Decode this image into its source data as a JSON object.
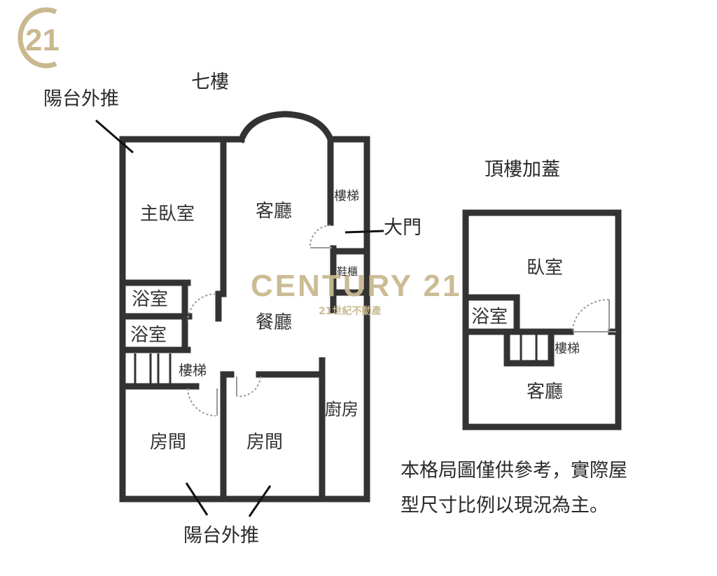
{
  "logo": {
    "text": "21",
    "color": "#c9b98f",
    "icon": "century21-logo-icon"
  },
  "watermark": {
    "brand": "CENTURY 21",
    "sub": "21世紀不動產",
    "color": "#c9b98f"
  },
  "floor7": {
    "title": "七樓",
    "balcony_top": "陽台外推",
    "balcony_bottom": "陽台外推",
    "main_door": "大門",
    "rooms": {
      "master_bedroom": "主臥室",
      "living_room": "客廳",
      "stairs_entry": "樓梯",
      "shoe_cabinet": "鞋櫃",
      "bathroom_1": "浴室",
      "bathroom_2": "浴室",
      "dining_room": "餐廳",
      "stairs_inner": "樓梯",
      "kitchen": "廚房",
      "room_1": "房間",
      "room_2": "房間"
    }
  },
  "rooftop": {
    "title": "頂樓加蓋",
    "rooms": {
      "bedroom": "臥室",
      "bathroom": "浴室",
      "stairs": "樓梯",
      "living_room": "客廳"
    }
  },
  "disclaimer": {
    "line1": "本格局圖僅供參考，實際屋",
    "line2": "型尺寸比例以現況為主。"
  },
  "colors": {
    "wall": "#333333",
    "door_swing": "#9a9a9a",
    "brand": "#c9b98f"
  }
}
